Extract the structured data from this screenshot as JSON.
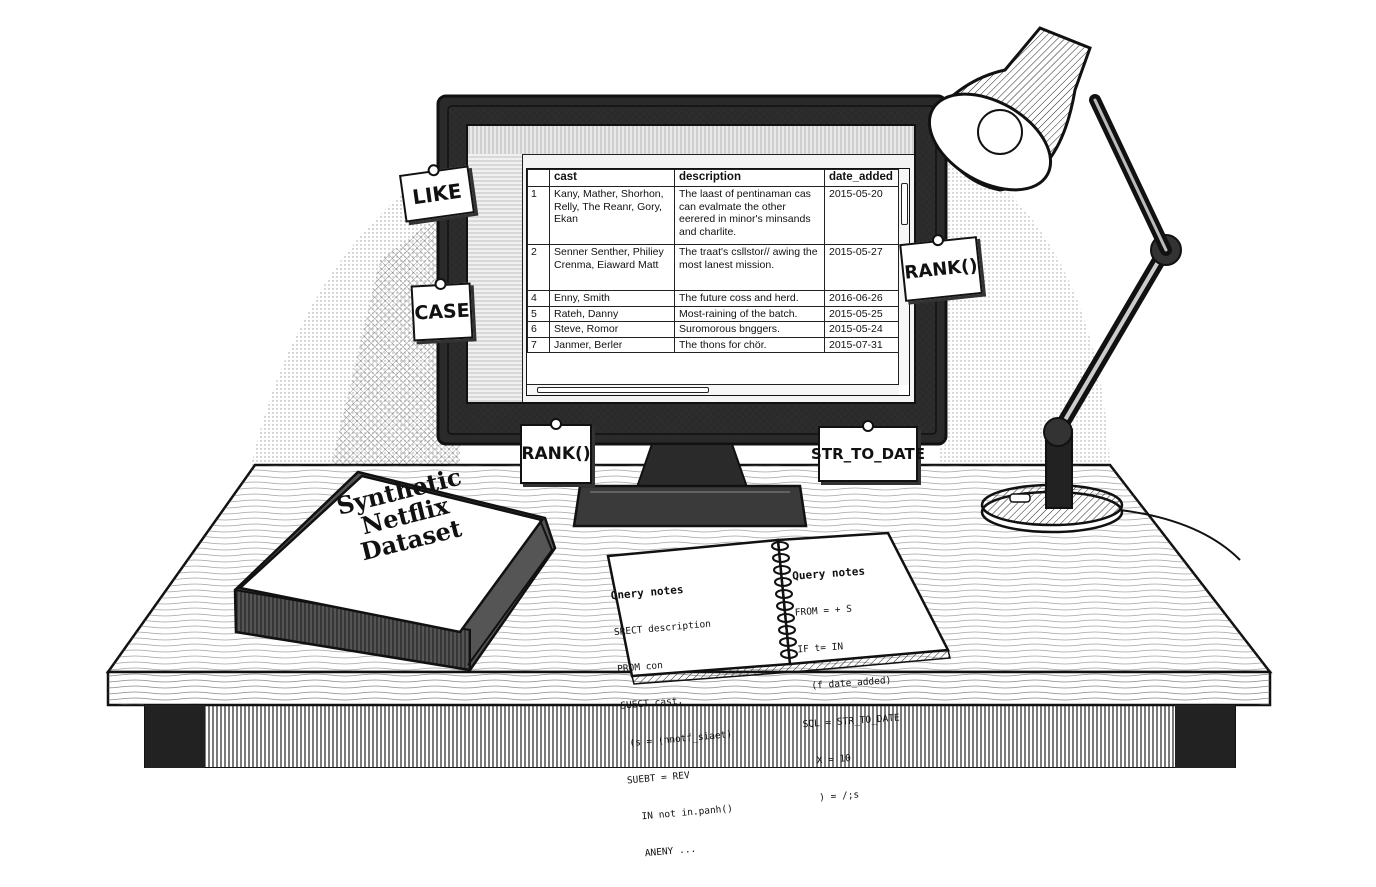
{
  "screen_table": {
    "headers": [
      "",
      "cast",
      "description",
      "date_added"
    ],
    "rows": [
      {
        "num": "1",
        "cast": "Kany, Mather, Shorhon, Relly, The Reanr, Gory, Ekan",
        "description": "The laast of pentinaman cas can evalmate the other eerered in minor's minsands and charlite.",
        "date_added": "2015-05-20"
      },
      {
        "num": "2",
        "cast": "Senner Senther, Philiey Crenma, Eiaward Matt",
        "description": "The traat's csllstor// awing the most lanest mission.",
        "date_added": "2015-05-27"
      },
      {
        "num": "4",
        "cast": "Enny, Smith",
        "description": "The future coss and herd.",
        "date_added": "2016-06-26"
      },
      {
        "num": "5",
        "cast": "Rateh, Danny",
        "description": "Most-raining of the batch.",
        "date_added": "2015-05-25"
      },
      {
        "num": "6",
        "cast": "Steve, Romor",
        "description": "Suromorous bnggers.",
        "date_added": "2015-05-24"
      },
      {
        "num": "7",
        "cast": "Janmer, Berler",
        "description": "The thons for chör.",
        "date_added": "2015-07-31"
      }
    ]
  },
  "sticky_notes": {
    "like": "LIKE",
    "case": "CASE",
    "rank_right": "RANK()",
    "rank_bottom": "RANK()",
    "str_to_date": "STR_TO_DATE"
  },
  "binder": {
    "line1": "Synthetic",
    "line2": "Netflix",
    "line3": "Dataset"
  },
  "notebook": {
    "left_title": "Qnery notes",
    "left_lines": [
      "SRECT description",
      "PROM con",
      "SUECT cast.",
      " (s = (nnotf_siaet)",
      "SUEBT = REV",
      "  IN not in.panh()",
      "  ANENY ..."
    ],
    "right_title": "Query notes",
    "right_lines": [
      "FROM = + S",
      "IF t= IN",
      "  (f date_added)",
      "SQL = STR_TO_DATE",
      "  X = 10",
      "  ) = /;s"
    ]
  }
}
